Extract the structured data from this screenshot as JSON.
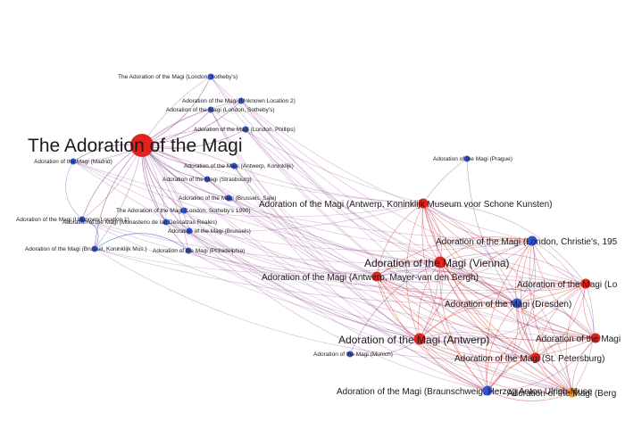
{
  "colors": {
    "blue_node": "#2f55d4",
    "red_node": "#e0231d",
    "orange_node": "#f0932e",
    "edge_purple": "#7a1f7a",
    "edge_red": "#d9392c",
    "edge_blue": "#4a78e0"
  },
  "nodes": [
    {
      "id": "main",
      "label": "The Adoration of the Magi",
      "kind": "red",
      "size": "xl"
    },
    {
      "id": "sothebys_top",
      "label": "The Adoration of the Magi (London, Sotheby's)",
      "kind": "blue",
      "size": "s"
    },
    {
      "id": "unknown2",
      "label": "Adoration of the Magi (Unknown Location 2)",
      "kind": "blue",
      "size": "s"
    },
    {
      "id": "london_sothebys",
      "label": "Adoration of the Magi (London, Sotheby's)",
      "kind": "blue",
      "size": "s"
    },
    {
      "id": "phillips",
      "label": "Adoration of the Magi (London, Phillips)",
      "kind": "blue",
      "size": "s"
    },
    {
      "id": "madrid",
      "label": "Adoration of the Magi (Madrid)",
      "kind": "blue",
      "size": "s"
    },
    {
      "id": "antwerp_koninklijk",
      "label": "Adoration of the Magi (Antwerp, Koninklijk)",
      "kind": "blue",
      "size": "s"
    },
    {
      "id": "strasbourg",
      "label": "Adoration of the Magi (Strasbourg)",
      "kind": "blue",
      "size": "s"
    },
    {
      "id": "brussels_sale",
      "label": "Adoration of the Magi (Brussels, Sale)",
      "kind": "blue",
      "size": "s"
    },
    {
      "id": "sothebys_1990",
      "label": "The Adoration of the Magi (London, Sotheby's 1990)",
      "kind": "blue",
      "size": "s"
    },
    {
      "id": "unknown_loc",
      "label": "Adoration of the Magi (Unknown Location 1)",
      "kind": "blue",
      "size": "s"
    },
    {
      "id": "descalzas",
      "label": "Adoration of the Magi (Monasterio de las Descalzas Reales)",
      "kind": "blue",
      "size": "s"
    },
    {
      "id": "brussels",
      "label": "Adoration of the Magi (Brussels)",
      "kind": "blue",
      "size": "s"
    },
    {
      "id": "brussel_koninklijk",
      "label": "Adoration of the Magi (Brussel, Koninklijk Mus.)",
      "kind": "blue",
      "size": "s"
    },
    {
      "id": "philadelphia",
      "label": "Adoration of the Magi (Philadelphia)",
      "kind": "blue",
      "size": "s"
    },
    {
      "id": "prague",
      "label": "Adoration of the Magi (Prague)",
      "kind": "blue",
      "size": "s"
    },
    {
      "id": "antwerp_kmsk",
      "label": "Adoration of the Magi (Antwerp, Koninklijk Museum voor Schone Kunsten)",
      "kind": "red",
      "size": "m"
    },
    {
      "id": "christies",
      "label": "Adoration of the Magi (London, Christie's, 195",
      "kind": "blue",
      "size": "m"
    },
    {
      "id": "vienna",
      "label": "Adoration of the Magi (Vienna)",
      "kind": "red",
      "size": "l"
    },
    {
      "id": "mayer",
      "label": "Adoration of the Magi (Antwerp, Mayer-van den Bergh)",
      "kind": "red",
      "size": "m"
    },
    {
      "id": "right_lo",
      "label": "Adoration of the Magi (Lo",
      "kind": "red",
      "size": "m"
    },
    {
      "id": "dresden",
      "label": "Adoration of the Magi (Dresden)",
      "kind": "blue",
      "size": "m"
    },
    {
      "id": "antwerp",
      "label": "Adoration of the Magi (Antwerp)",
      "kind": "red",
      "size": "l"
    },
    {
      "id": "right_magi",
      "label": "Adoration of the Magi",
      "kind": "red",
      "size": "m"
    },
    {
      "id": "st_petersburg",
      "label": "Adoration of the Magi (St. Petersburg)",
      "kind": "red",
      "size": "m"
    },
    {
      "id": "munich",
      "label": "Adoration of the Magi (Munich)",
      "kind": "blue",
      "size": "s"
    },
    {
      "id": "braunschweig",
      "label": "Adoration of the Magi (Braunschweig, Herzog Anton Ulrich-Muse",
      "kind": "blue",
      "size": "m"
    },
    {
      "id": "orange_right",
      "label": "Adoration of the Magi (Berg",
      "kind": "orange",
      "size": "m"
    }
  ]
}
